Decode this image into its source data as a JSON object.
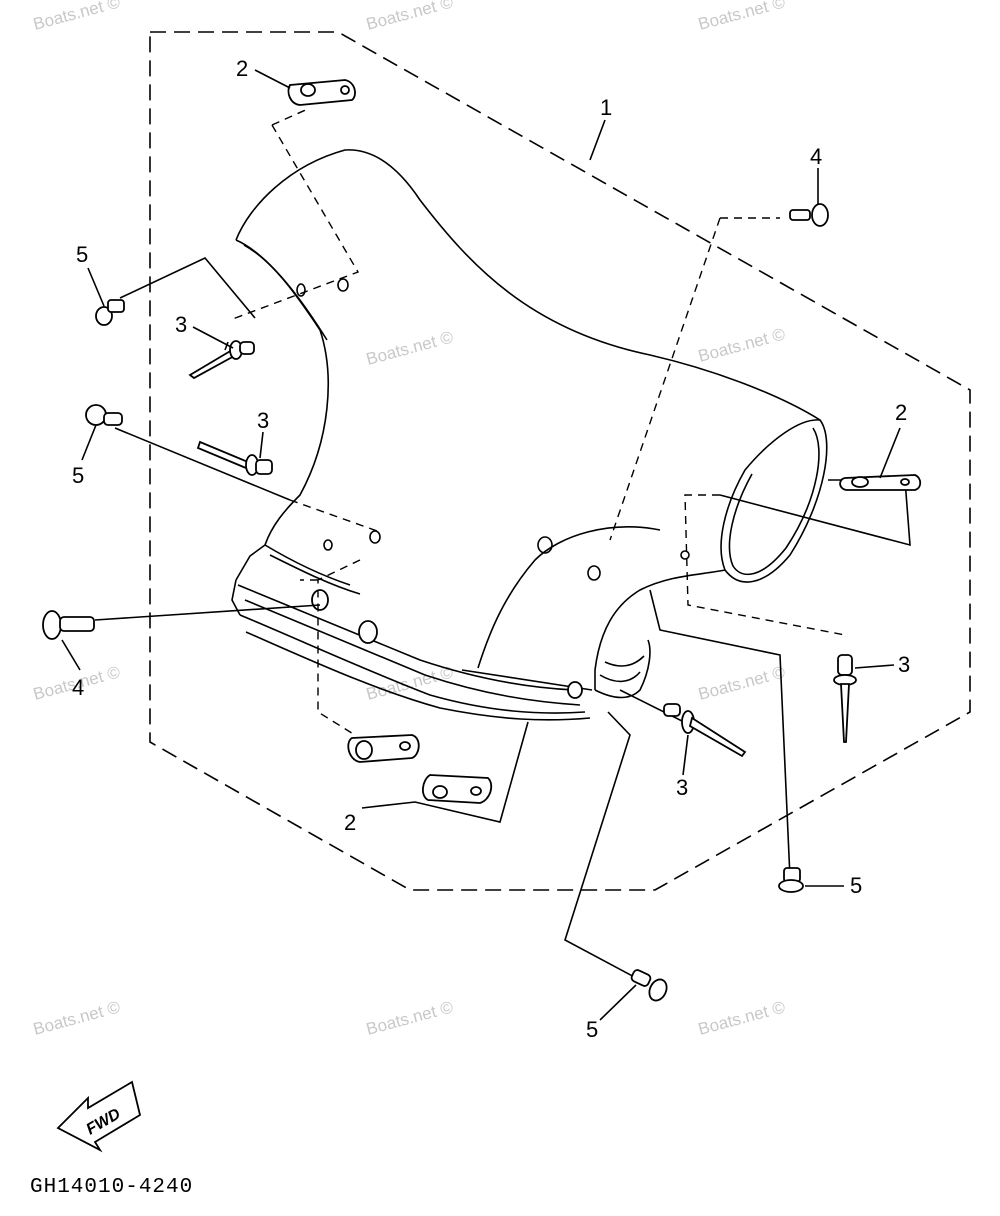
{
  "callouts": {
    "c1": "1",
    "c2_top": "2",
    "c2_right": "2",
    "c2_bottom": "2",
    "c3_left_upper": "3",
    "c3_left_lower": "3",
    "c3_right": "3",
    "c3_bottom": "3",
    "c4_top_right": "4",
    "c4_left": "4",
    "c5_left_upper": "5",
    "c5_left_lower": "5",
    "c5_right": "5",
    "c5_bottom": "5"
  },
  "watermark": "Boats.net ©",
  "fwd_label": "FWD",
  "diagram_code": "GH14010-4240"
}
